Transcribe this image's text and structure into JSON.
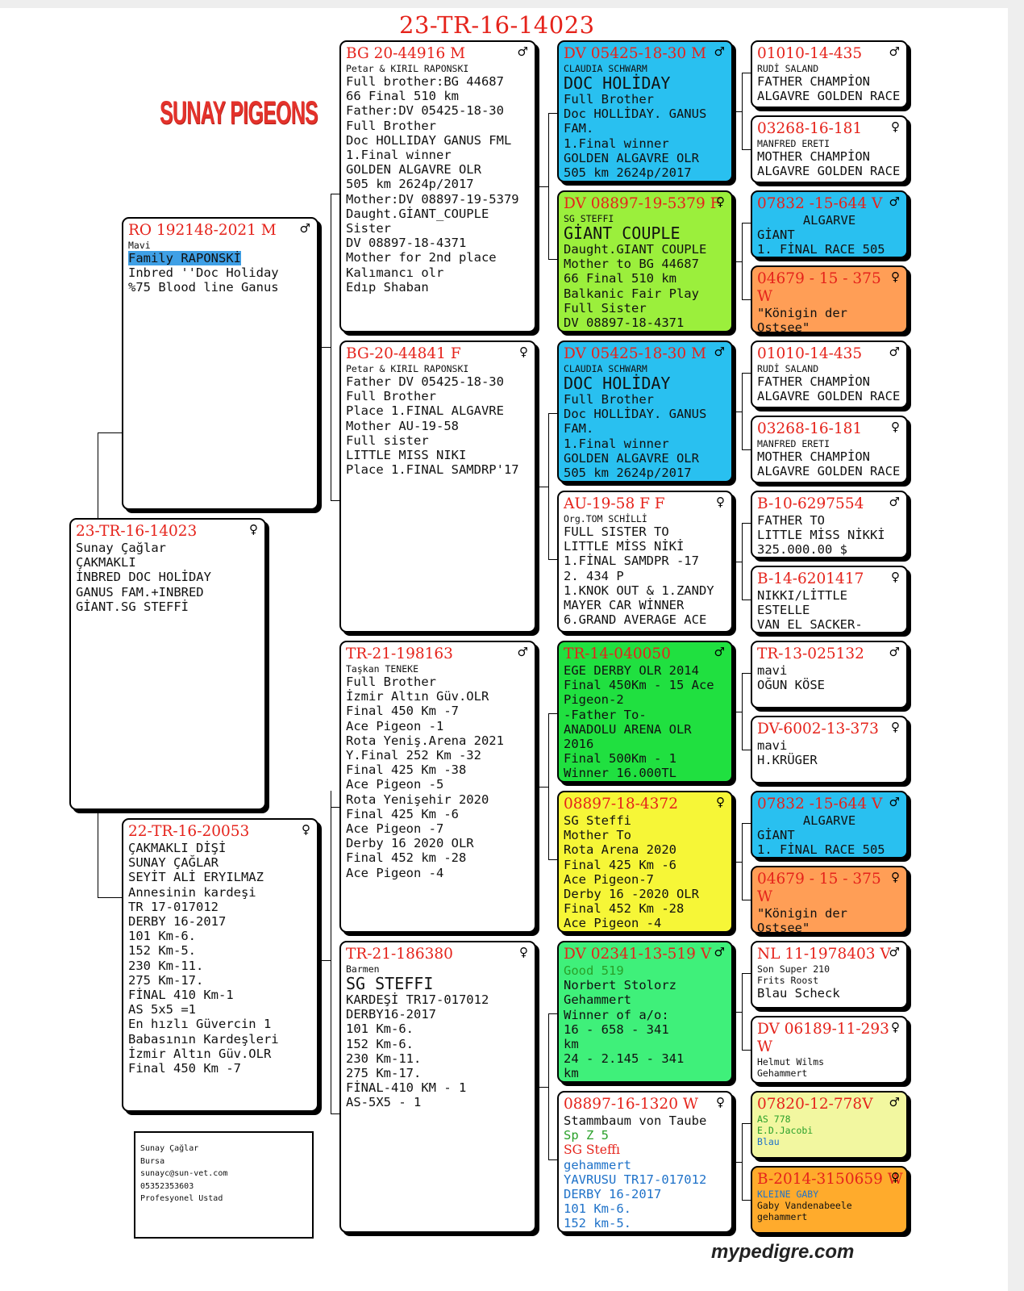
{
  "page_title": "23-TR-16-14023",
  "logo_text": "SUNAY PIGEONS",
  "footer": "mypedigre.com",
  "contact": [
    "Sunay Çağlar",
    "Bursa",
    "sunayc@sun-vet.com",
    "05352353603",
    "Profesyonel Ustad"
  ],
  "boxes": {
    "subject": {
      "ring": "23-TR-16-14023",
      "sex": "♀",
      "lines": [
        "Sunay Çağlar",
        "ÇAKMAKLI",
        "İNBRED DOC HOLİDAY",
        "GANUS FAM.+INBRED",
        "GİANT.SG STEFFİ"
      ]
    },
    "sire": {
      "ring": "RO 192148-2021 M",
      "sex": "♂",
      "lines": [
        "Mavi",
        "Family RAPONSKİ",
        "Inbred ''Doc Holiday",
        "%75 Blood line Ganus"
      ]
    },
    "dam": {
      "ring": "22-TR-16-20053",
      "sex": "♀",
      "lines": [
        "ÇAKMAKLI DİŞİ",
        "SUNAY ÇAĞLAR",
        "SEYİT ALİ ERYILMAZ",
        "Annesinin kardeşi",
        "TR 17-017012",
        "DERBY 16-2017",
        "101 Km-6.",
        "152 Km-5.",
        "230 Km-11.",
        "275 Km-17.",
        "FİNAL 410 Km-1",
        "AS 5x5 =1",
        "En hızlı Güvercin 1",
        "",
        "Babasının Kardeşleri",
        "",
        "İzmir Altın Güv.OLR",
        "Final 450 Km -7"
      ]
    },
    "ss": {
      "ring": "BG 20-44916 M",
      "sex": "♂",
      "lines": [
        "Petar & KIRIL RAPONSKI",
        "Full brother:BG 44687",
        "66 Final 510 km",
        "Father:DV 05425-18-30",
        "Full Brother",
        "Doc HOLLIDAY GANUS FML",
        "1.Final winner",
        "GOLDEN ALGAVRE OLR",
        "505 km 2624p/2017",
        "Mother:DV 08897-19-5379",
        "Daught.GİANT_COUPLE",
        "Sister",
        "DV 08897-18-4371",
        "Mother for 2nd place",
        "Kalımancı olr",
        "Edıp Shaban"
      ]
    },
    "sd": {
      "ring": "BG-20-44841 F",
      "sex": "♀",
      "lines": [
        "Petar & KIRIL RAPONSKI",
        "Father DV 05425-18-30",
        "Full Brother",
        "Place 1.FINAL ALGAVRE",
        "",
        "Mother AU-19-58",
        "Full sister",
        "LITTLE MISS NIKI",
        "Place 1.FINAL SAMDRP'17"
      ]
    },
    "ds": {
      "ring": "TR-21-198163",
      "sex": "♂",
      "lines": [
        "Taşkan TENEKE",
        "Full Brother",
        "İzmir Altın Güv.OLR",
        "Final 450 Km -7",
        "Ace Pigeon -1",
        "Rota Yeniş.Arena 2021",
        "Y.Final 252 Km -32",
        "Final 425 Km -38",
        "Ace Pigeon -5",
        "Rota Yenişehir 2020",
        "Final 425 Km -6",
        "Ace Pigeon -7",
        "Derby 16  2020 OLR",
        "Final 452 km -28",
        "Ace Pigeon -4"
      ]
    },
    "dd": {
      "ring": "TR-21-186380",
      "sex": "♀",
      "lines": [
        "Barmen",
        "SG STEFFI",
        "KARDEŞİ  TR17-017012",
        "DERBY16-2017",
        "101 Km-6.",
        "152 Km-6.",
        "230 Km-11.",
        "275 Km-17.",
        "FİNAL-410 KM  - 1",
        "AS-5X5  - 1"
      ]
    },
    "sss": {
      "ring": "DV 05425-18-30 M",
      "sex": "♂",
      "lines": [
        "CLAUDIA SCHWARM",
        "DOC HOLİDAY",
        "Full Brother",
        "Doc HOLLİDAY. GANUS",
        "FAM.",
        "1.Final winner",
        "GOLDEN ALGAVRE OLR",
        "505 km 2624p/2017"
      ]
    },
    "ssd": {
      "ring": "DV 08897-19-5379 F",
      "sex": "♀",
      "lines": [
        "SG STEFFI",
        "GİANT COUPLE",
        "Daught.GIANT COUPLE",
        "Mother to BG 44687",
        "66 Final 510 km",
        "Balkanic Fair Play",
        "Full Sister",
        "DV 08897-18-4371"
      ]
    },
    "sds": {
      "ring": "DV 05425-18-30 M",
      "sex": "♂",
      "lines": [
        "CLAUDIA SCHWARM",
        "DOC HOLİDAY",
        "Full Brother",
        "Doc HOLLİDAY. GANUS",
        "FAM.",
        "1.Final winner",
        "GOLDEN ALGAVRE OLR",
        "505 km 2624p/2017"
      ]
    },
    "sdd": {
      "ring": "AU-19-58 F F",
      "sex": "♀",
      "lines": [
        "Org.TOM SCHİLLİ",
        "FULL SISTER TO",
        "LITTLE MİSS NİKİ",
        "1.FİNAL SAMDPR -17",
        "2. 434 P",
        "1.KNOK OUT & 1.ZANDY",
        "MAYER CAR WİNNER",
        "6.GRAND AVERAGE ACE"
      ]
    },
    "dss": {
      "ring": "TR-14-040050",
      "sex": "♂",
      "lines": [
        "EGE DERBY OLR 2014",
        "Final 450Km - 15 Ace",
        "Pigeon-2",
        "-Father To-",
        "ANADOLU ARENA OLR",
        "2016",
        "Final 500Km - 1",
        "Winner 16.000TL"
      ]
    },
    "dsd": {
      "ring": "08897-18-4372",
      "sex": "♀",
      "lines": [
        "SG Steffi",
        "Mother To",
        "Rota Arena 2020",
        "Final 425 Km -6",
        "Ace Pigeon-7",
        "Derby 16 -2020 OLR",
        "Final 452 Km -28",
        "Ace Pigeon -4"
      ]
    },
    "dds": {
      "ring": "DV 02341-13-519 V",
      "sex": "♂",
      "lines": [
        "Good 519",
        "Norbert Stolorz",
        "Gehammert",
        "Winner of a/o:",
        "16  -   658   -  341",
        "km",
        "24  -   2.145  -  341",
        "km"
      ]
    },
    "ddd": {
      "ring": "08897-16-1320 W",
      "sex": "♀",
      "lines": [
        "Stammbaum von Taube",
        "Sp Z 5",
        "SG Steffı",
        "gehammert",
        "YAVRUSU  TR17-017012",
        "DERBY 16-2017",
        "101 Km-6.",
        "152 km-5."
      ]
    },
    "g1": {
      "ring": "01010-14-435",
      "sex": "♂",
      "lines": [
        "RUDİ SALAND",
        "FATHER CHAMPİON",
        "ALGAVRE GOLDEN RACE"
      ]
    },
    "g2": {
      "ring": "03268-16-181",
      "sex": "♀",
      "lines": [
        "MANFRED ERETI",
        "MOTHER CHAMPİON",
        "ALGAVRE GOLDEN RACE"
      ]
    },
    "g3": {
      "ring": "07832 -15-644 V",
      "sex": "♂",
      "lines": [
        "ALGARVE",
        "GİANT",
        "1. FİNAL RACE 505"
      ]
    },
    "g4": {
      "ring": "04679 - 15 - 375",
      "sex": "♀",
      "lines": [
        "W",
        "\"Königin der",
        "Ostsee\""
      ]
    },
    "g5": {
      "ring": "01010-14-435",
      "sex": "♂",
      "lines": [
        "RUDİ SALAND",
        "FATHER CHAMPİON",
        "ALGAVRE GOLDEN RACE"
      ]
    },
    "g6": {
      "ring": "03268-16-181",
      "sex": "♀",
      "lines": [
        "MANFRED ERETI",
        "MOTHER CHAMPİON",
        "ALGAVRE GOLDEN RACE"
      ]
    },
    "g7": {
      "ring": "B-10-6297554",
      "sex": "♂",
      "lines": [
        "FATHER TO",
        "LITTLE MİSS NİKKİ",
        "325.000.00 $"
      ]
    },
    "g8": {
      "ring": "B-14-6201417",
      "sex": "♀",
      "lines": [
        "NIKKI/LİTTLE",
        "ESTELLE",
        "VAN EL SACKER-"
      ]
    },
    "g9": {
      "ring": "TR-13-025132",
      "sex": "♂",
      "lines": [
        "mavi",
        "",
        "OĞUN KÖSE"
      ]
    },
    "g10": {
      "ring": "DV-6002-13-373",
      "sex": "♀",
      "lines": [
        "mavi",
        "",
        "H.KRÜGER"
      ]
    },
    "g11": {
      "ring": "07832 -15-644 V",
      "sex": "♂",
      "lines": [
        "ALGARVE",
        "GİANT",
        "1. FİNAL RACE 505"
      ]
    },
    "g12": {
      "ring": "04679 - 15 - 375",
      "sex": "♀",
      "lines": [
        "W",
        "\"Königin der",
        "Ostsee\""
      ]
    },
    "g13": {
      "ring": "NL 11-1978403 V",
      "sex": "♂",
      "lines": [
        "Son Super 210",
        "Frits Roost",
        "Blau Scheck"
      ]
    },
    "g14": {
      "ring": "DV 06189-11-293",
      "sex": "♀",
      "lines": [
        "W",
        "Helmut Wilms",
        "Gehammert"
      ]
    },
    "g15": {
      "ring": "07820-12-778V",
      "sex": "♂",
      "lines": [
        "AS 778",
        "E.D.Jacobi",
        "Blau"
      ]
    },
    "g16": {
      "ring": "B-2014-3150659 W",
      "sex": "♀",
      "lines": [
        "KLEINE GABY",
        "Gaby Vandenabeele",
        "gehammert"
      ]
    }
  },
  "colors": {
    "ring_red": "#e5231b",
    "cyan": "#29c0f0",
    "green_light": "#9bef3c",
    "orange": "#ff9e56",
    "green": "#20e040",
    "yellow": "#f6f637",
    "seafoam": "#3ff07a",
    "pale_yellow": "#f2f7a0",
    "amber": "#ffab2c",
    "highlight": "#3fa0e6"
  }
}
